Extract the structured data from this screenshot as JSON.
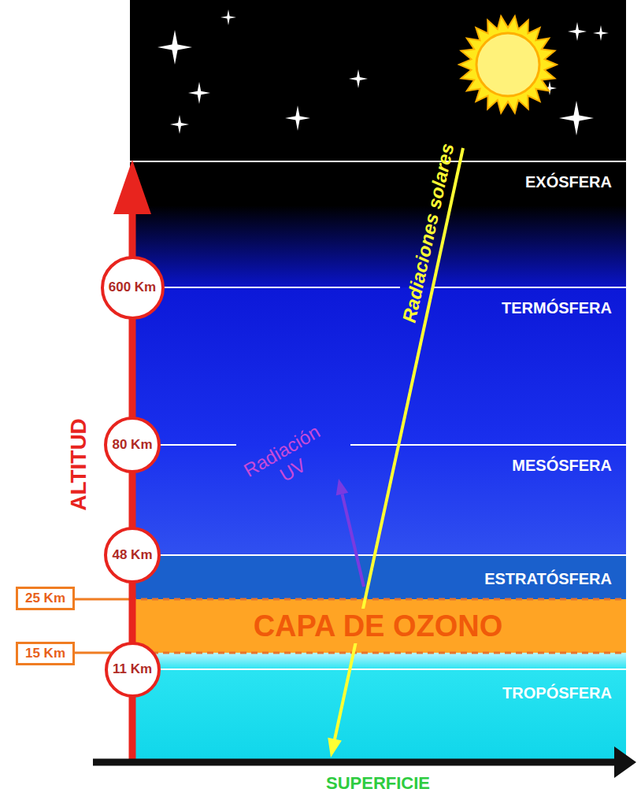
{
  "diagram": {
    "nodes": [
      {
        "text": [
          "EXÓSFERA"
        ]
      },
      {
        "text": [
          "TERMÓSFERA"
        ]
      },
      {
        "text": [
          "MESÓSFERA"
        ]
      },
      {
        "text": [
          "ESTRATÓSFERA"
        ]
      },
      {
        "text": [
          "CAPA DE OZONO"
        ]
      },
      {
        "text": [
          "TROPÓSFERA"
        ]
      },
      {
        "text": [
          "600 Km"
        ]
      },
      {
        "text": [
          "80 Km"
        ]
      },
      {
        "text": [
          "48 Km"
        ]
      },
      {
        "text": [
          "11 Km"
        ]
      },
      {
        "text": [
          "25 Km"
        ]
      },
      {
        "text": [
          "15 Km"
        ]
      }
    ],
    "edges": [
      {
        "from": 10,
        "to": 4,
        "arrow": "none"
      },
      {
        "from": 11,
        "to": 4,
        "arrow": "none"
      }
    ],
    "labels": [
      "Radiaciones solares",
      "Radiación UV",
      "ALTITUD",
      "SUPERFICIE"
    ]
  }
}
